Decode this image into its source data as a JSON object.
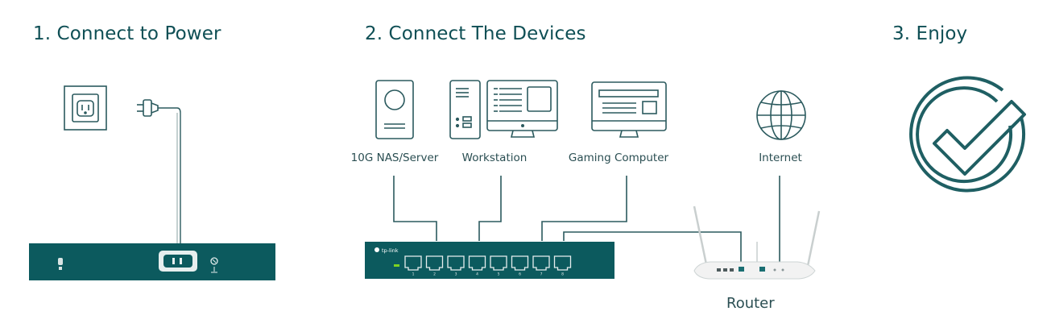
{
  "steps": {
    "step1": "1. Connect to Power",
    "step2": "2. Connect The Devices",
    "step3": "3. Enjoy"
  },
  "devices": {
    "nas": "10G NAS/Server",
    "workstation": "Workstation",
    "gaming": "Gaming Computer",
    "internet": "Internet",
    "router": "Router"
  },
  "switch": {
    "brand": "tp-link",
    "port_numbers": [
      "1",
      "2",
      "3",
      "4",
      "5",
      "6",
      "7",
      "8"
    ]
  },
  "colors": {
    "teal_dark": "#0f4f55",
    "switch_body": "#0c5a5e",
    "led_green": "#7ed321",
    "router_body": "#f2f2f2"
  },
  "icons": {
    "outlet": "power-outlet-icon",
    "plug": "power-plug-icon",
    "nas": "nas-server-icon",
    "workstation": "workstation-icon",
    "gaming": "gaming-computer-icon",
    "internet": "globe-icon",
    "enjoy": "checkmark-circle-icon"
  }
}
